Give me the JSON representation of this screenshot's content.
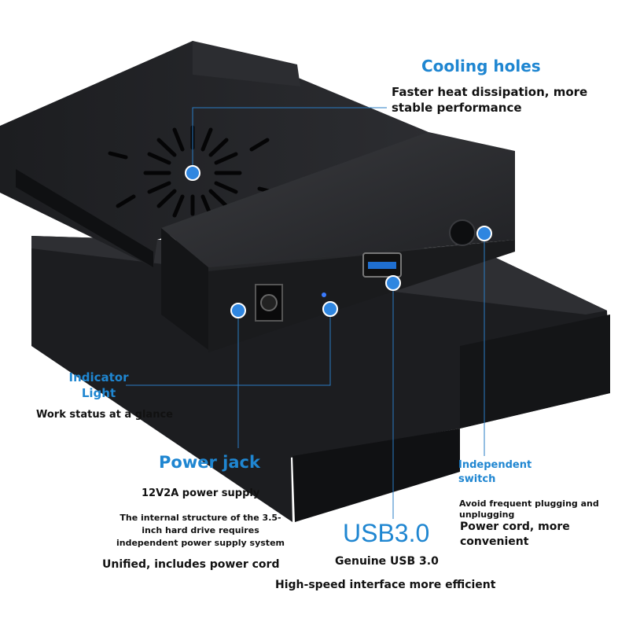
{
  "colors": {
    "accent": "#1f86d1",
    "text": "#111111",
    "device": "#1b1c1e"
  },
  "icons": [
    "usb-port-icon",
    "power-jack-icon",
    "indicator-light-icon",
    "power-button-icon",
    "cooling-holes-icon"
  ],
  "callouts": {
    "cooling": {
      "title": "Cooling holes",
      "desc": "Faster heat dissipation, more stable performance"
    },
    "indicator": {
      "title_line1": "Indicator",
      "title_line2": "Light",
      "desc": "Work status at a glance"
    },
    "power": {
      "title": "Power jack",
      "spec": "12V2A power supply",
      "desc_line1": "The internal structure of the 3.5-",
      "desc_line2": "inch hard drive requires",
      "desc_line3": "independent power supply system",
      "note": "Unified, includes power cord"
    },
    "usb": {
      "title": "USB3.0",
      "spec": "Genuine USB 3.0",
      "desc": "High-speed interface more efficient"
    },
    "switch": {
      "title_line1": "Independent",
      "title_line2": "switch",
      "desc_line1": "Avoid frequent plugging and",
      "desc_line2": "unplugging",
      "note_line1": "Power cord, more",
      "note_line2": "convenient"
    }
  }
}
